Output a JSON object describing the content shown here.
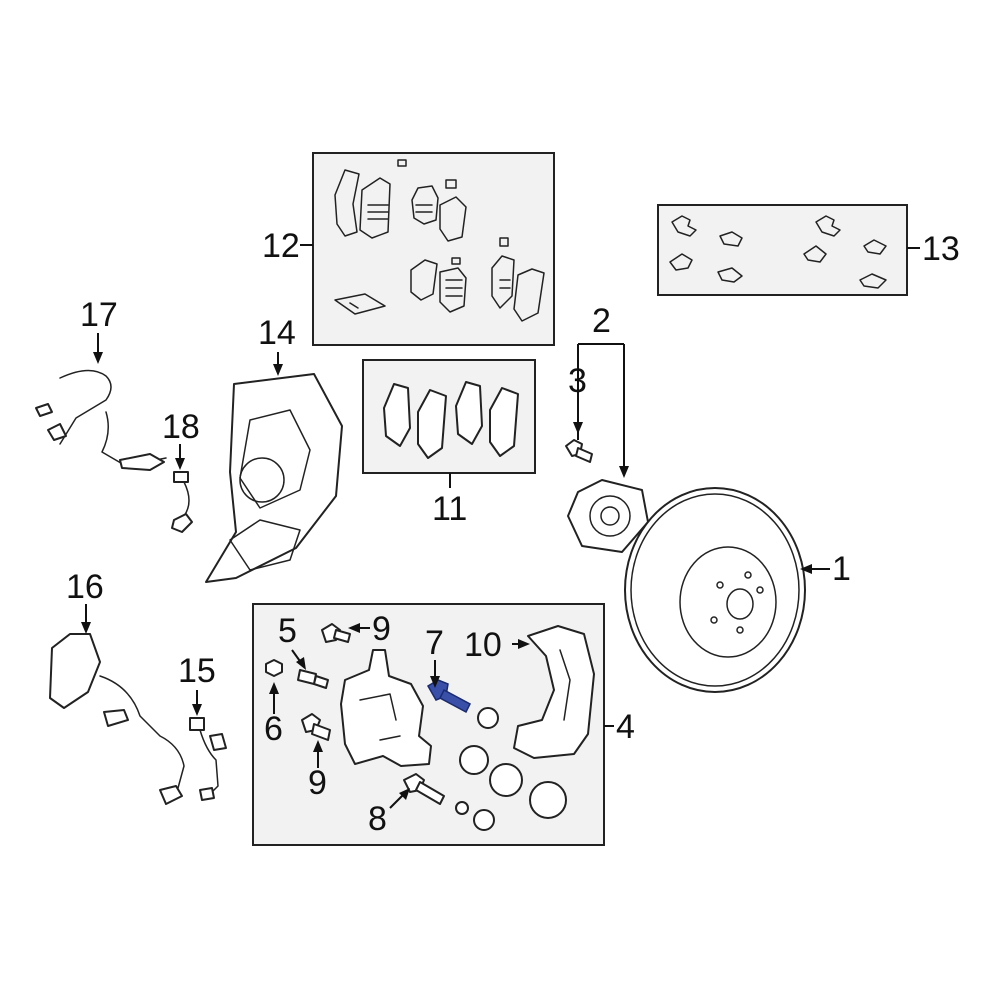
{
  "callouts": {
    "n1": "1",
    "n2": "2",
    "n3": "3",
    "n4": "4",
    "n5": "5",
    "n6": "6",
    "n7": "7",
    "n8": "8",
    "n9a": "9",
    "n9b": "9",
    "n10": "10",
    "n11": "11",
    "n12": "12",
    "n13": "13",
    "n14": "14",
    "n15": "15",
    "n16": "16",
    "n17": "17",
    "n18": "18"
  },
  "colors": {
    "highlight_part": "#3a4fa8",
    "box_fill": "#f2f2f2",
    "line": "#222222"
  },
  "highlighted_callout": "7"
}
